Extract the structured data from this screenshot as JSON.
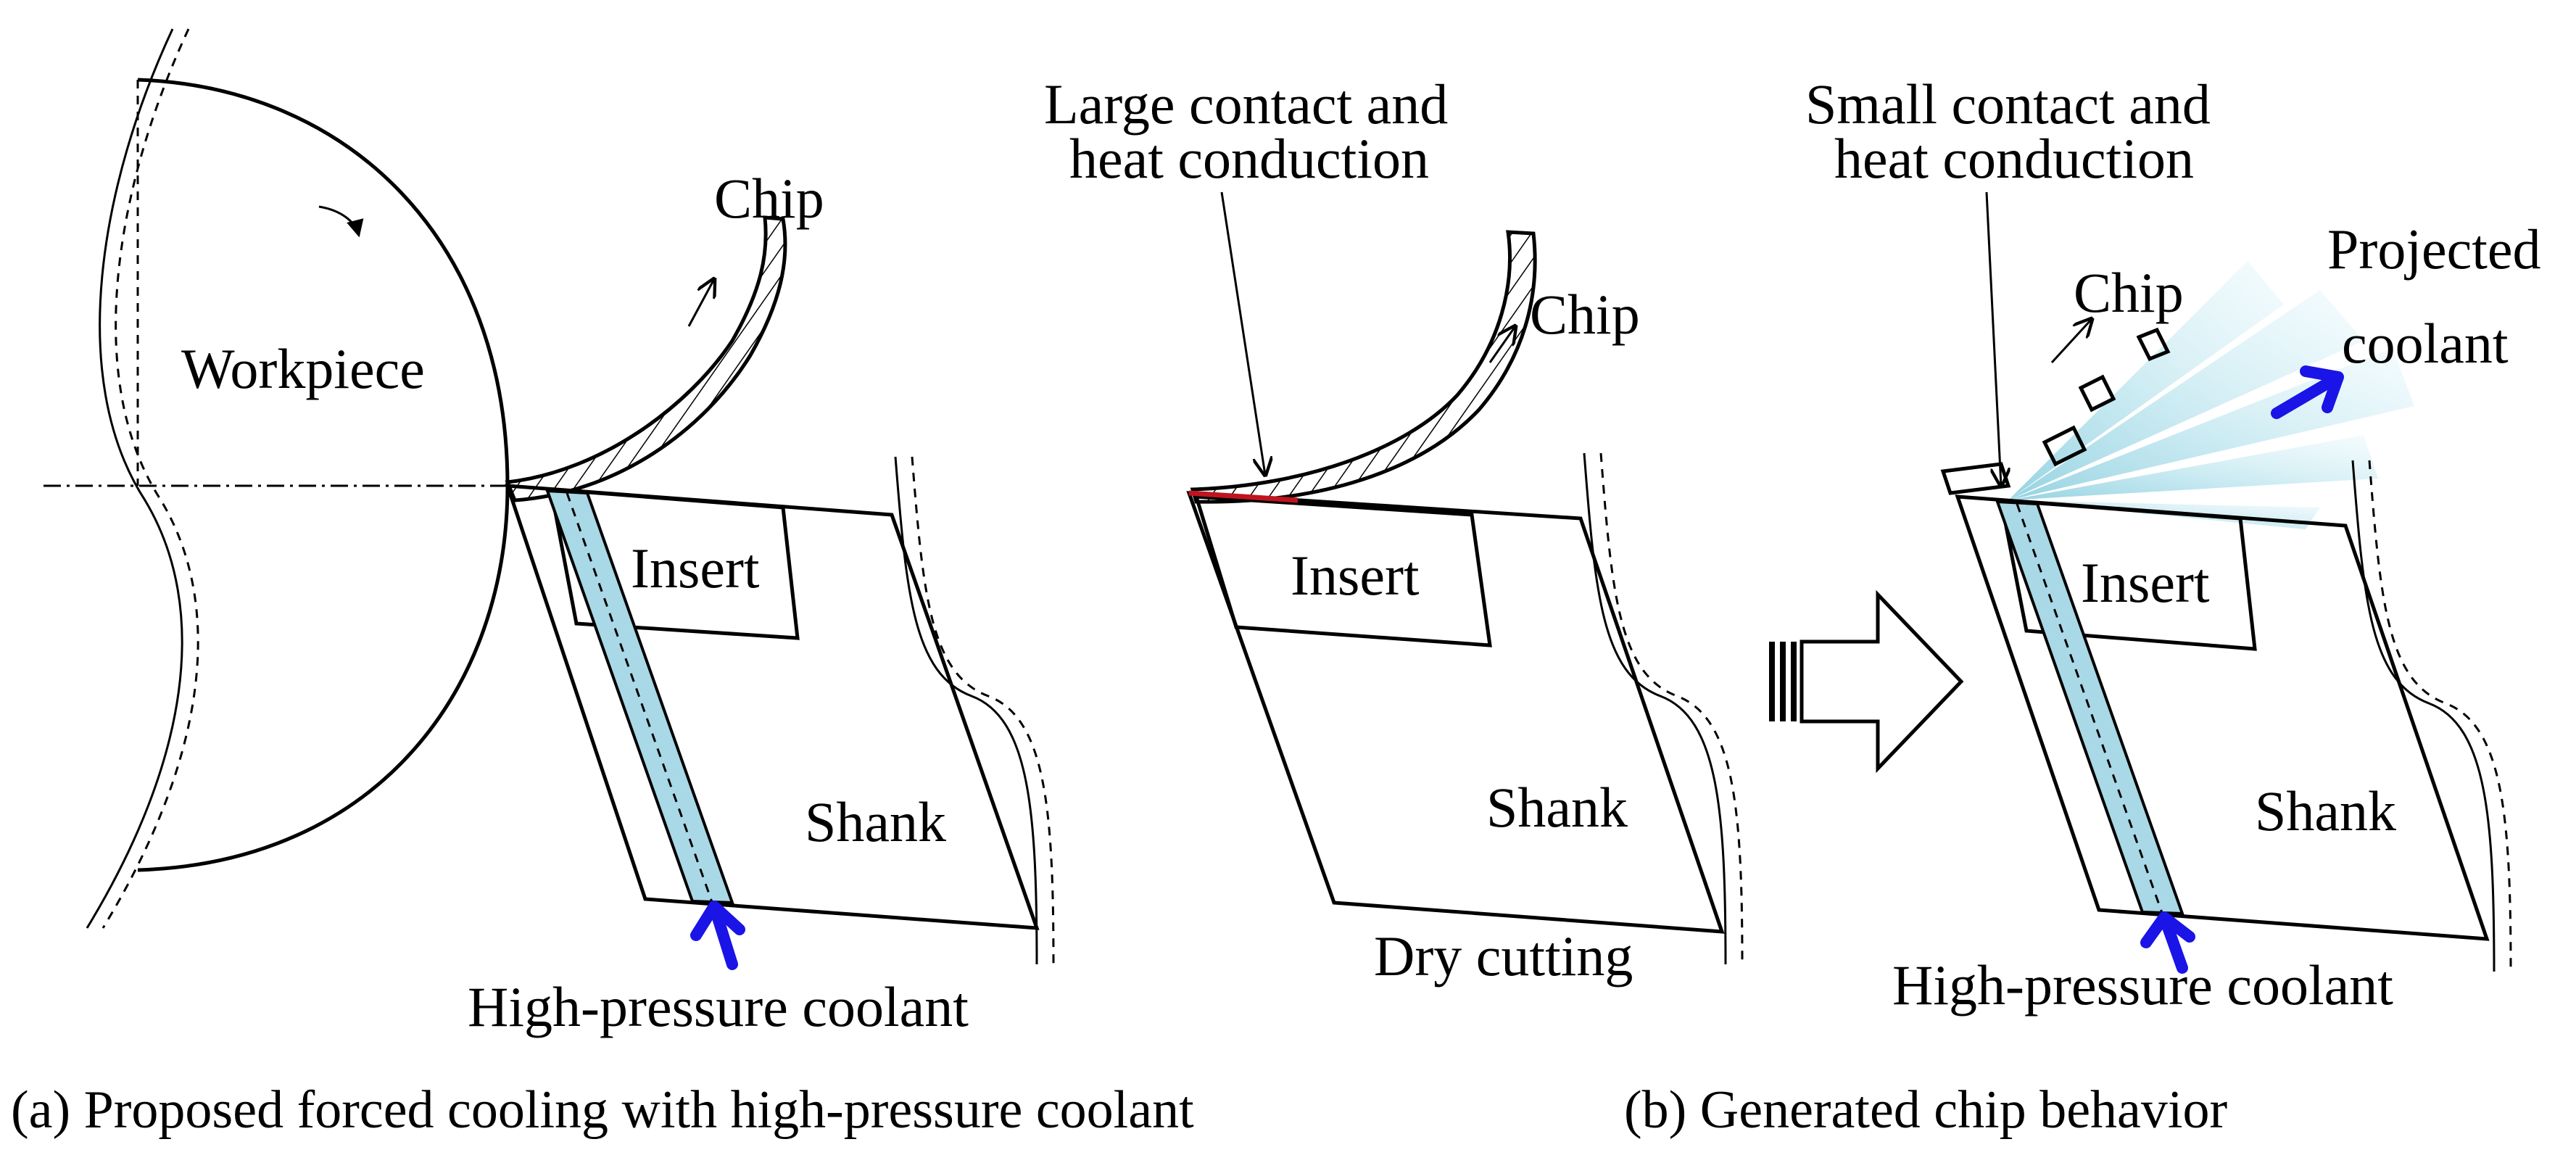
{
  "panel_a": {
    "workpiece_label": "Workpiece",
    "chip_label": "Chip",
    "insert_label": "Insert",
    "shank_label": "Shank",
    "coolant_label": "High-pressure coolant",
    "caption": "(a)   Proposed forced cooling with high-pressure coolant"
  },
  "panel_b_dry": {
    "contact_label_line1": "Large contact and",
    "contact_label_line2": "heat conduction",
    "chip_label": "Chip",
    "insert_label": "Insert",
    "shank_label": "Shank",
    "condition_label": "Dry cutting"
  },
  "panel_b_hp": {
    "contact_label_line1": "Small contact and",
    "contact_label_line2": "heat conduction",
    "chip_label": "Chip",
    "projected_line1": "Projected",
    "projected_line2": "coolant",
    "insert_label": "Insert",
    "shank_label": "Shank",
    "coolant_label": "High-pressure coolant",
    "caption": "(b) Generated chip behavior"
  },
  "colors": {
    "coolant_fill": "#a9d8e6",
    "coolant_arrow": "#1a14e6",
    "contact_line": "#c0141e",
    "line": "#000000"
  }
}
